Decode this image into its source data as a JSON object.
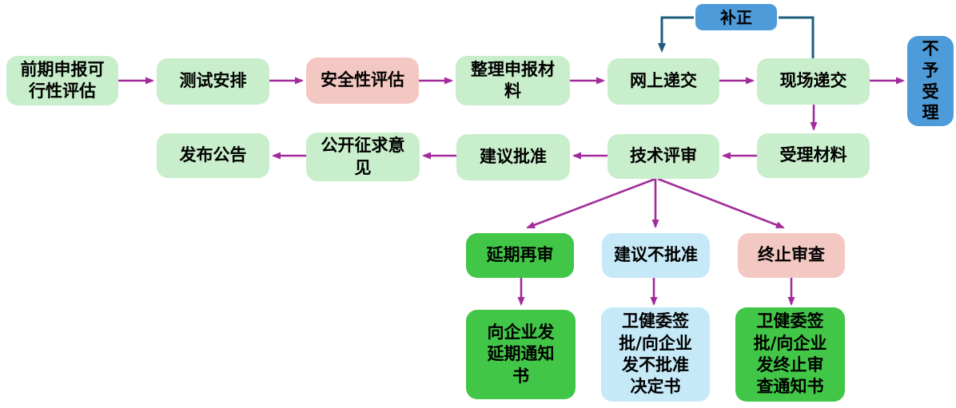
{
  "diagram": {
    "type": "flowchart",
    "description": "审批流程图"
  },
  "colors": {
    "background": "#ffffff",
    "text": "#000000",
    "box-green": "#c8eecb",
    "box-pink": "#f4c8c2",
    "box-blue": "#4e9bd9",
    "box-bright-green": "#42c647",
    "box-light-blue": "#c6e9f8",
    "arrow-purple": "#a12b9b",
    "arrow-teal": "#1c5f7d"
  },
  "nodes": [
    {
      "id": "pre-assessment",
      "label": "前期申报可\n行性评估"
    },
    {
      "id": "test-arrangement",
      "label": "测试安排"
    },
    {
      "id": "safety-evaluation",
      "label": "安全性评估"
    },
    {
      "id": "organize-materials",
      "label": "整理申报材\n料"
    },
    {
      "id": "online-submission",
      "label": "网上递交"
    },
    {
      "id": "onsite-submission",
      "label": "现场递交"
    },
    {
      "id": "rejection",
      "label": "不\n予\n受\n理"
    },
    {
      "id": "correction",
      "label": "补正"
    },
    {
      "id": "announcement",
      "label": "发布公告"
    },
    {
      "id": "public-comment",
      "label": "公开征求意\n见"
    },
    {
      "id": "suggest-approval",
      "label": "建议批准"
    },
    {
      "id": "technical-review",
      "label": "技术评审"
    },
    {
      "id": "accept-materials",
      "label": "受理材料"
    },
    {
      "id": "deferred-review",
      "label": "延期再审"
    },
    {
      "id": "suggest-disapproval",
      "label": "建议不批准"
    },
    {
      "id": "terminate-review",
      "label": "终止审查"
    },
    {
      "id": "deferral-notice",
      "label": "向企业发\n延期通知\n书"
    },
    {
      "id": "disapproval-decision",
      "label": "卫健委签\n批/向企业\n发不批准\n决定书"
    },
    {
      "id": "termination-notice",
      "label": "卫健委签\n批/向企业\n发终止审\n查通知书"
    }
  ],
  "edges": [
    {
      "from": "pre-assessment",
      "to": "test-arrangement",
      "style": "purple"
    },
    {
      "from": "test-arrangement",
      "to": "safety-evaluation",
      "style": "purple"
    },
    {
      "from": "safety-evaluation",
      "to": "organize-materials",
      "style": "purple"
    },
    {
      "from": "organize-materials",
      "to": "online-submission",
      "style": "purple"
    },
    {
      "from": "online-submission",
      "to": "onsite-submission",
      "style": "purple"
    },
    {
      "from": "onsite-submission",
      "to": "rejection",
      "style": "purple"
    },
    {
      "from": "onsite-submission",
      "to": "correction",
      "style": "teal"
    },
    {
      "from": "correction",
      "to": "online-submission",
      "style": "teal"
    },
    {
      "from": "onsite-submission",
      "to": "accept-materials",
      "style": "purple"
    },
    {
      "from": "accept-materials",
      "to": "technical-review",
      "style": "purple"
    },
    {
      "from": "technical-review",
      "to": "suggest-approval",
      "style": "purple"
    },
    {
      "from": "suggest-approval",
      "to": "public-comment",
      "style": "purple"
    },
    {
      "from": "public-comment",
      "to": "announcement",
      "style": "purple"
    },
    {
      "from": "technical-review",
      "to": "deferred-review",
      "style": "purple"
    },
    {
      "from": "technical-review",
      "to": "suggest-disapproval",
      "style": "purple"
    },
    {
      "from": "technical-review",
      "to": "terminate-review",
      "style": "purple"
    },
    {
      "from": "deferred-review",
      "to": "deferral-notice",
      "style": "purple"
    },
    {
      "from": "suggest-disapproval",
      "to": "disapproval-decision",
      "style": "purple"
    },
    {
      "from": "terminate-review",
      "to": "termination-notice",
      "style": "purple"
    }
  ]
}
